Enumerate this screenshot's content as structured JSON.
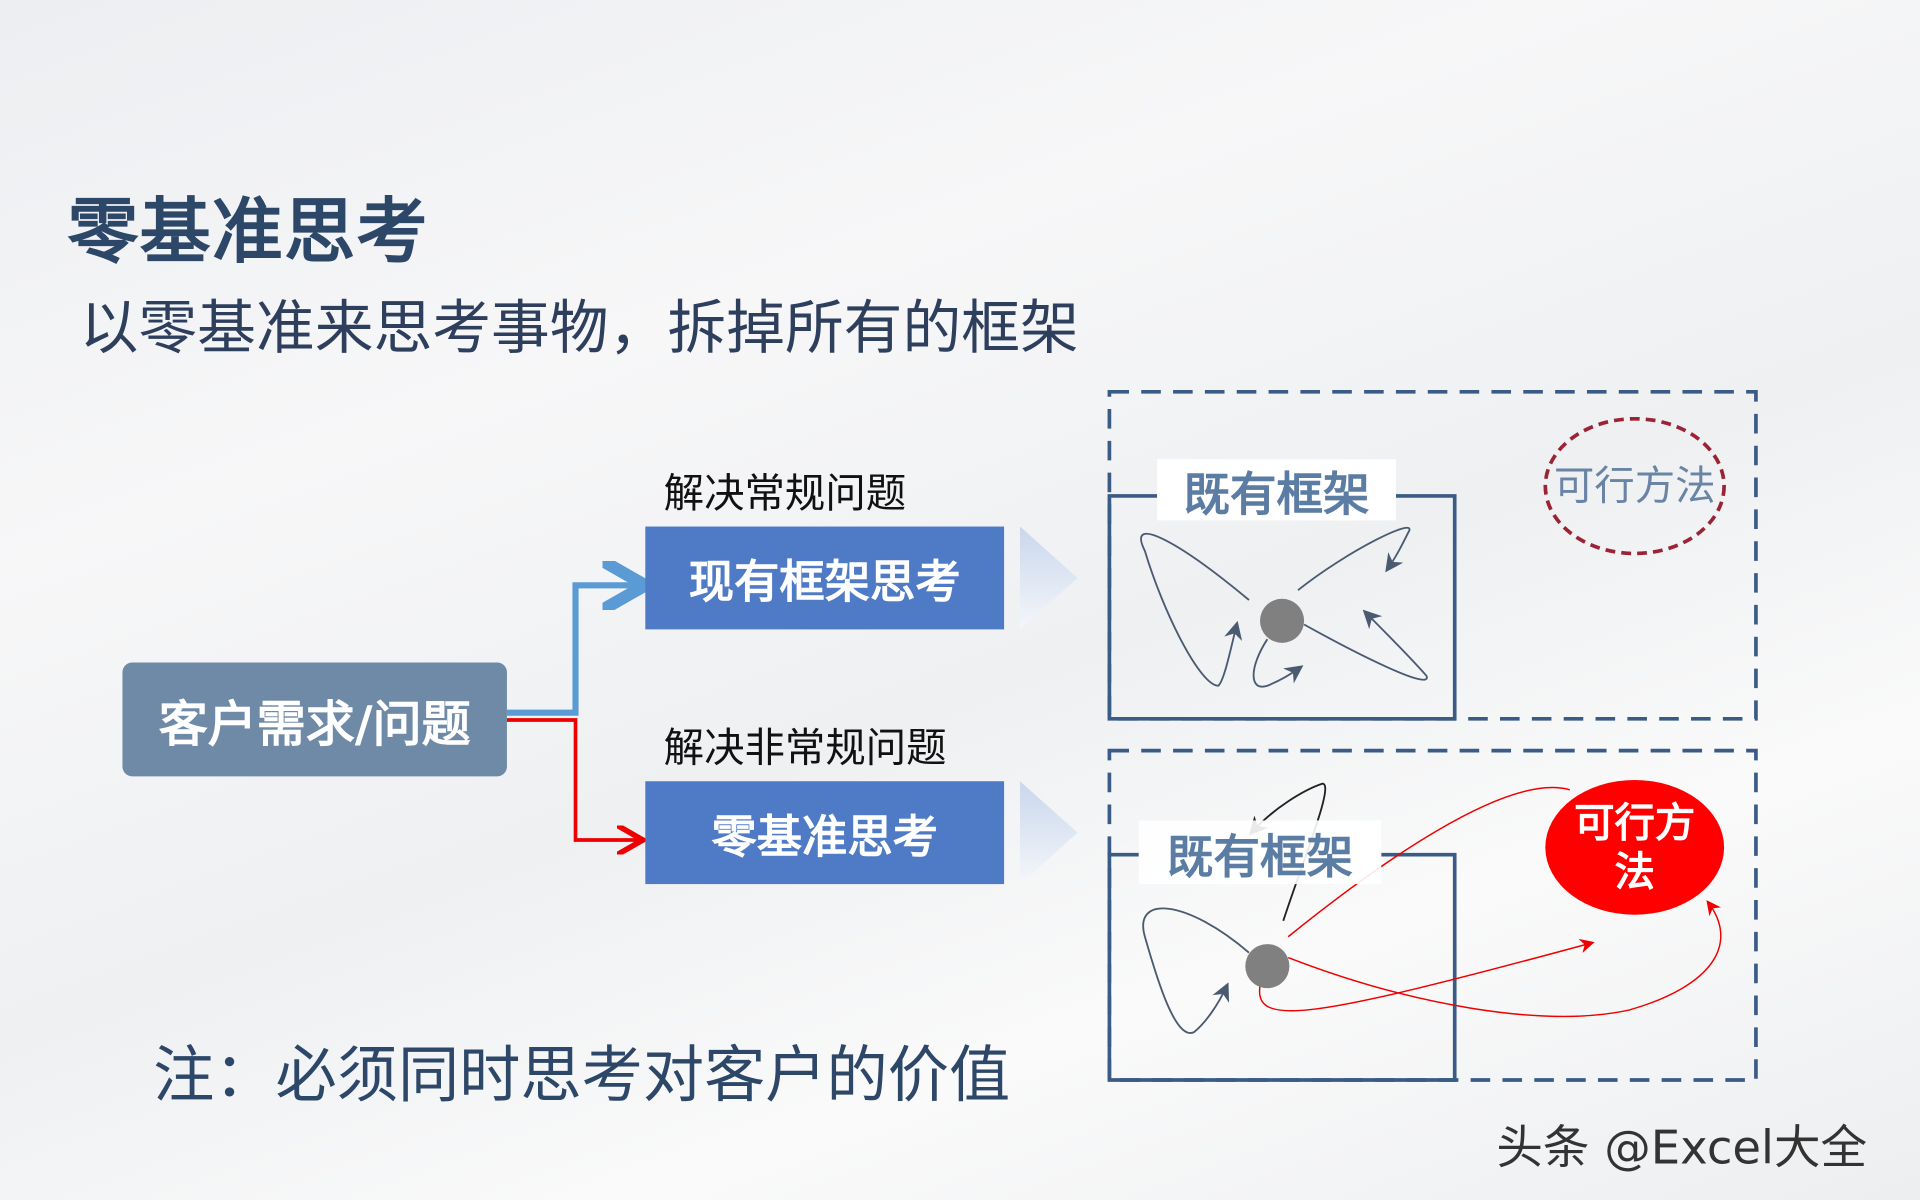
{
  "title": "零基准思考",
  "subtitle": "以零基准来思考事物，拆掉所有的框架",
  "client_box": "客户需求/问题",
  "routes": [
    {
      "caption": "解决常规问题",
      "method": "现有框架思考"
    },
    {
      "caption": "解决非常规问题",
      "method": "零基准思考"
    }
  ],
  "frames": [
    {
      "label": "既有框架",
      "goal": "可行方法"
    },
    {
      "label": "既有框架",
      "goal": "可行方法"
    }
  ],
  "note": "注：必须同时思考对客户的价值",
  "watermark": "头条 @Excel大全",
  "colors": {
    "navy": "#3a5b86",
    "blue": "#4f7ac6",
    "slate": "#6f8aa6",
    "red": "#ff0000",
    "maroon": "#9b2335"
  }
}
